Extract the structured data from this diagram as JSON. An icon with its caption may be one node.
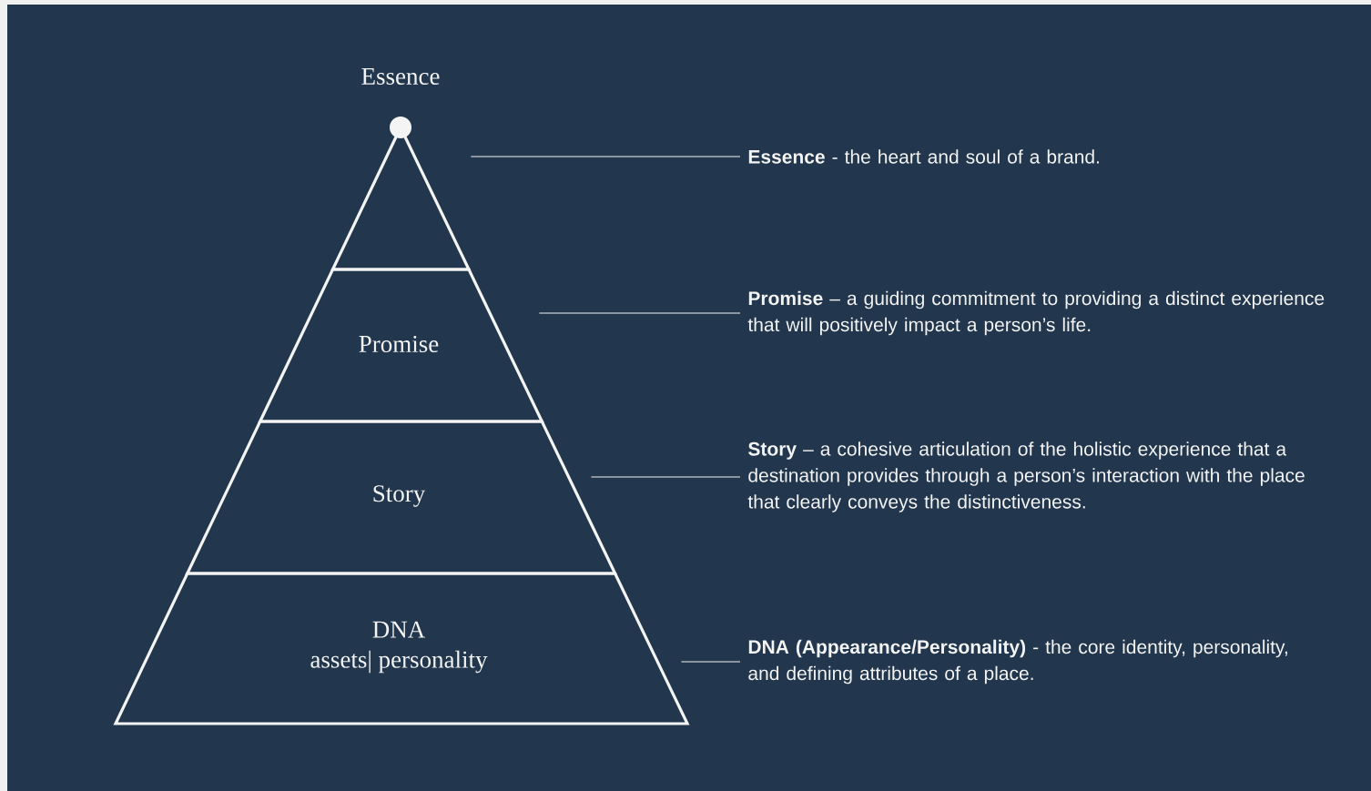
{
  "diagram": {
    "nodes": [
      {
        "text": [
          "Essence"
        ]
      },
      {
        "text": [
          "Promise"
        ]
      },
      {
        "text": [
          "Story"
        ]
      },
      {
        "text": [
          "DNA",
          "assets| personality"
        ]
      },
      {
        "text": [
          "**Essence** - the heart and soul of a brand."
        ]
      },
      {
        "text": [
          "**Promise** – a guiding commitment to providing a distinct experience that will positively impact a person’s life."
        ]
      },
      {
        "text": [
          "**Story** – a cohesive articulation of the holistic experience that a destination provides through a person’s interaction with the place that clearly conveys the distinctiveness."
        ]
      },
      {
        "text": [
          "**DNA (Appearance/Personality)** - the core identity, personality, and defining attributes of a place."
        ]
      }
    ],
    "edges": [
      {
        "from": 4,
        "to": 0,
        "arrow": "none"
      },
      {
        "from": 5,
        "to": 1,
        "arrow": "none"
      },
      {
        "from": 6,
        "to": 2,
        "arrow": "none"
      },
      {
        "from": 7,
        "to": 3,
        "arrow": "none"
      }
    ]
  }
}
